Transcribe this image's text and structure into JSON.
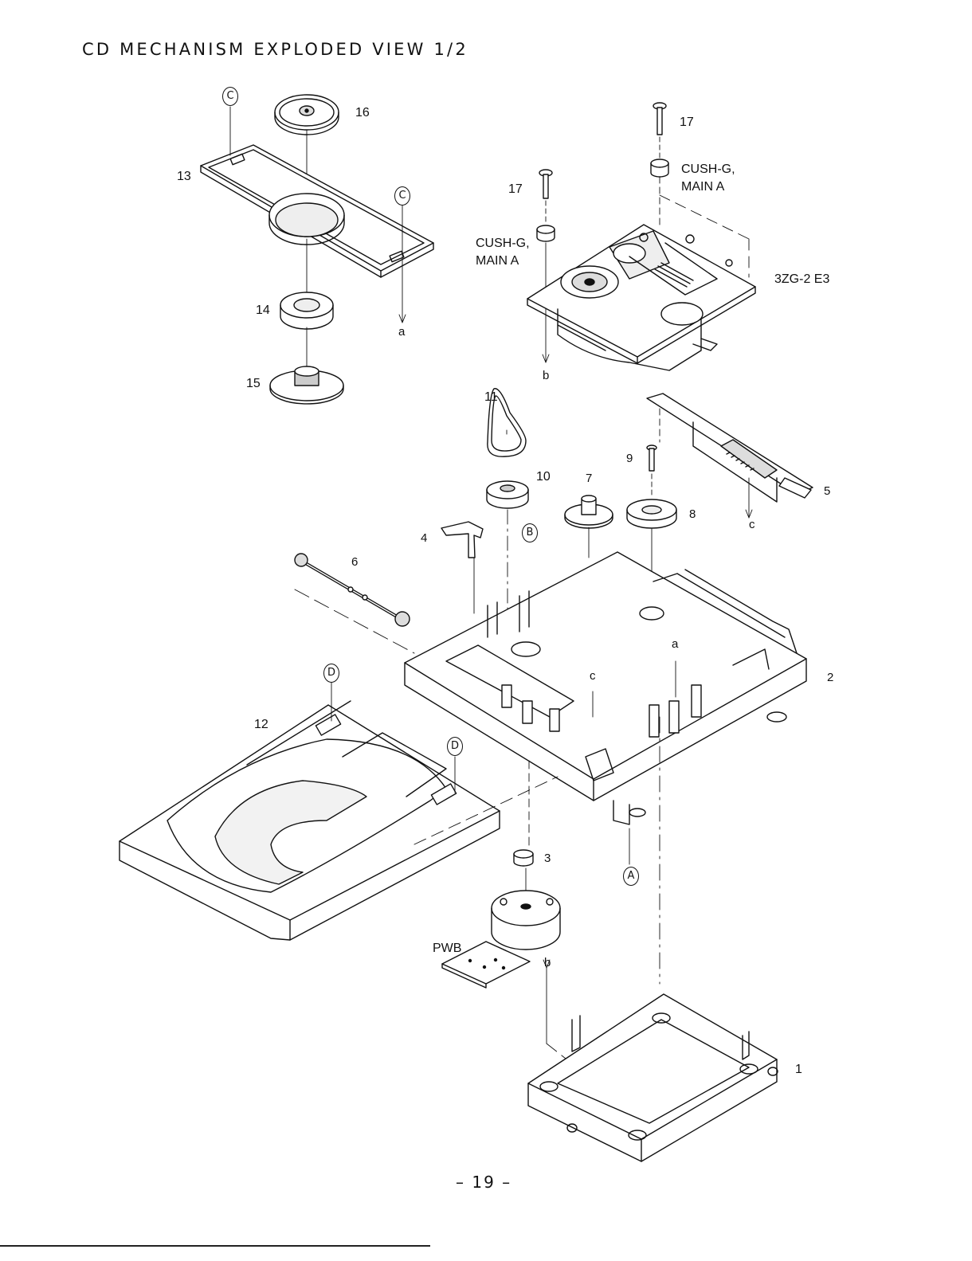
{
  "page": {
    "title": "CD MECHANISM  EXPLODED VIEW 1/2",
    "page_number": "– 19 –"
  },
  "part_numbers": {
    "p1": "1",
    "p2": "2",
    "p3": "3",
    "p4": "4",
    "p5": "5",
    "p6": "6",
    "p7": "7",
    "p8": "8",
    "p9": "9",
    "p10": "10",
    "p11": "11",
    "p12": "12",
    "p13": "13",
    "p14": "14",
    "p15": "15",
    "p16": "16",
    "p17a": "17",
    "p17b": "17"
  },
  "part_labels": {
    "cush_left_1": "CUSH-G,",
    "cush_left_2": "MAIN A",
    "cush_right_1": "CUSH-G,",
    "cush_right_2": "MAIN A",
    "pickup": "3ZG-2 E3",
    "pwb": "PWB"
  },
  "reference_marks": {
    "C1": "C",
    "C2": "C",
    "B": "B",
    "A": "A",
    "D1": "D",
    "D2": "D",
    "a1": "a",
    "a2": "a",
    "b1": "b",
    "b2": "b",
    "c1": "c",
    "c2": "c"
  }
}
